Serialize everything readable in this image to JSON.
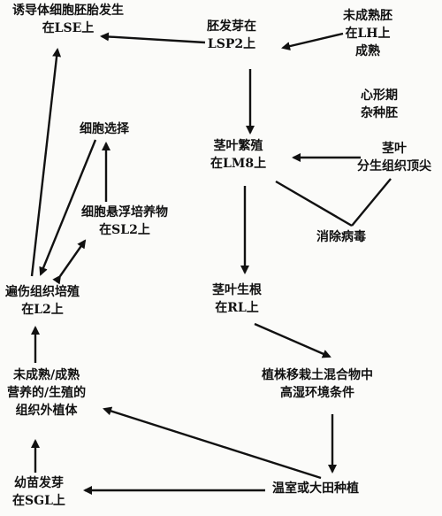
{
  "nodes": {
    "induce": {
      "line1": "诱导体细胞胚胎发生",
      "line2": "在LSE上"
    },
    "embryo_germ": {
      "line1": "胚发芽在",
      "line2": "LSP2上"
    },
    "immature_embryo": {
      "line1": "未成熟胚",
      "line2": "在LH上",
      "line3": "成熟"
    },
    "heart_stage": {
      "line1": "心形期",
      "line2": "杂种胚"
    },
    "cell_select": {
      "line1": "细胞选择"
    },
    "cell_suspension": {
      "line1": "细胞悬浮培养物",
      "line2": "在SL2上"
    },
    "shoot_multiply": {
      "line1": "茎叶繁殖",
      "line2": "在LM8上"
    },
    "shoot_meristem": {
      "line1": "茎叶",
      "line2": "分生组织顶尖"
    },
    "virus_removal": {
      "line1": "消除病毒"
    },
    "wound_culture": {
      "line1": "遍伤组织培殖",
      "line2": "在L2上"
    },
    "shoot_root": {
      "line1": "茎叶生根",
      "line2": "在RL上"
    },
    "explant": {
      "line1": "未成熟/成熟",
      "line2": "营养的/生殖的",
      "line3": "组织外植体"
    },
    "transplant": {
      "line1": "植株移栽土混合物中",
      "line2": "高湿环境条件"
    },
    "seedling": {
      "line1": "幼苗发芽",
      "line2": "在SGL上"
    },
    "greenhouse": {
      "line1": "温室或大田种植"
    }
  }
}
